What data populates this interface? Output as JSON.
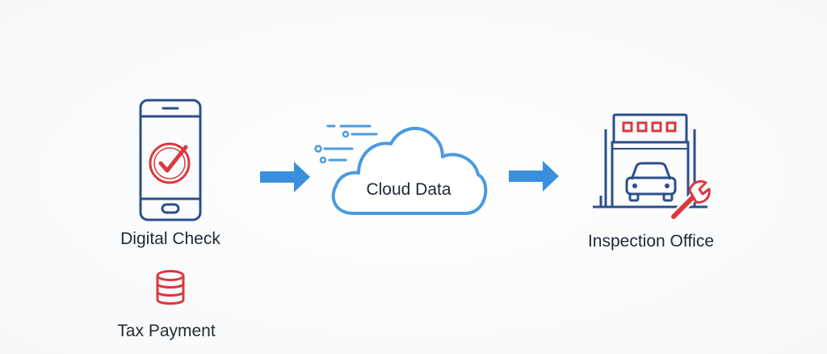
{
  "diagram": {
    "nodes": {
      "phone": {
        "label": "Digital Check",
        "icon": "smartphone-checkmark-icon"
      },
      "tax": {
        "label": "Tax Payment",
        "icon": "coin-stack-icon"
      },
      "cloud": {
        "label": "Cloud Data",
        "icon": "cloud-icon"
      },
      "office": {
        "label": "Inspection Office",
        "icon": "inspection-garage-icon"
      }
    },
    "arrows": [
      {
        "from": "phone",
        "to": "cloud"
      },
      {
        "from": "cloud",
        "to": "office"
      }
    ],
    "colors": {
      "outline": "#2b4f8c",
      "accent_red": "#d9393e",
      "arrow_blue": "#3a8fdc",
      "cloud_blue": "#4a9ae0",
      "text": "#1f2933"
    }
  }
}
